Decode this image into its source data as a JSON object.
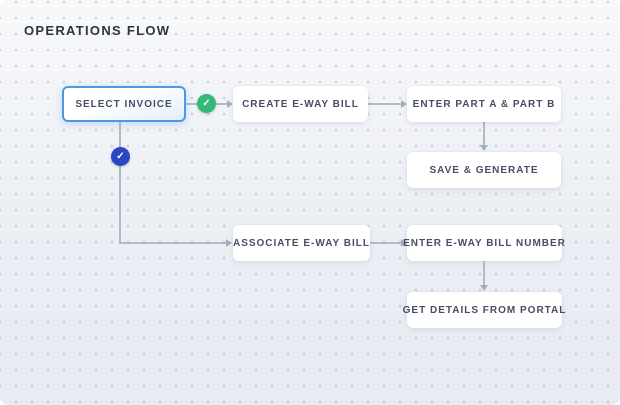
{
  "page": {
    "title": "OPERATIONS FLOW"
  },
  "nodes": {
    "select_invoice": {
      "label": "SELECT INVOICE",
      "state": "selected"
    },
    "create_ewb": {
      "label": "CREATE E-WAY BILL"
    },
    "enter_part": {
      "label": "ENTER PART A & PART B"
    },
    "save_generate": {
      "label": "SAVE & GENERATE"
    },
    "associate_ewb": {
      "label": "ASSOCIATE E-WAY BILL"
    },
    "enter_number": {
      "label": "ENTER E-WAY BILL NUMBER"
    },
    "get_details": {
      "label": "GET DETAILS FROM PORTAL"
    }
  },
  "icons": {
    "create_branch_check": {
      "name": "check-circle-green-icon",
      "glyph": "✓",
      "color": "#36b877"
    },
    "associate_branch_check": {
      "name": "check-circle-blue-icon",
      "glyph": "✓",
      "color": "#2946c4"
    }
  },
  "colors": {
    "accent_blue": "#4e97e3",
    "success_green": "#36b877",
    "check_blue": "#2946c4",
    "connector_gray": "#b3bac5",
    "node_text": "#474e64",
    "canvas_top": "#f8f9fb",
    "canvas_bottom": "#e7ebf2"
  }
}
